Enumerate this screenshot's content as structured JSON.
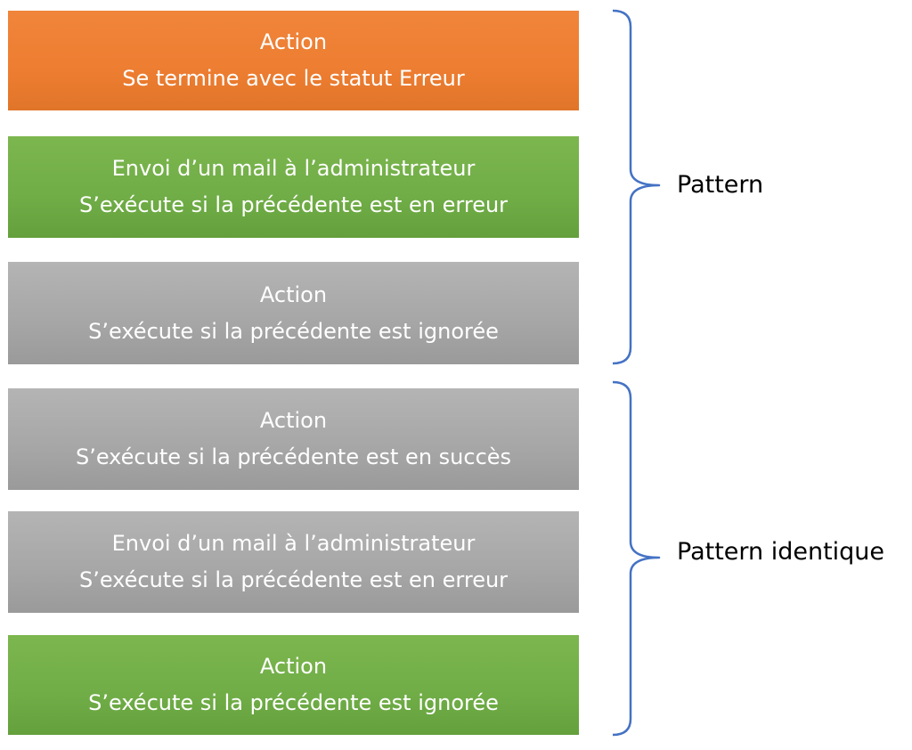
{
  "boxes": [
    {
      "color": "orange",
      "line1": "Action",
      "line2": "Se termine avec le statut Erreur"
    },
    {
      "color": "green",
      "line1": "Envoi d’un mail à l’administrateur",
      "line2": "S’exécute si la précédente est en erreur"
    },
    {
      "color": "gray",
      "line1": "Action",
      "line2": "S’exécute si la précédente est ignorée"
    },
    {
      "color": "gray",
      "line1": "Action",
      "line2": "S’exécute si la précédente est en succès"
    },
    {
      "color": "gray",
      "line1": "Envoi d’un mail à l’administrateur",
      "line2": "S’exécute si la précédente est en erreur"
    },
    {
      "color": "green",
      "line1": "Action",
      "line2": "S’exécute si la précédente est ignorée"
    }
  ],
  "groups": [
    {
      "label": "Pattern"
    },
    {
      "label": "Pattern identique"
    }
  ],
  "colors": {
    "orange": "#ED7D31",
    "green": "#70AD47",
    "gray": "#A6A6A6",
    "brace": "#4472C4"
  }
}
